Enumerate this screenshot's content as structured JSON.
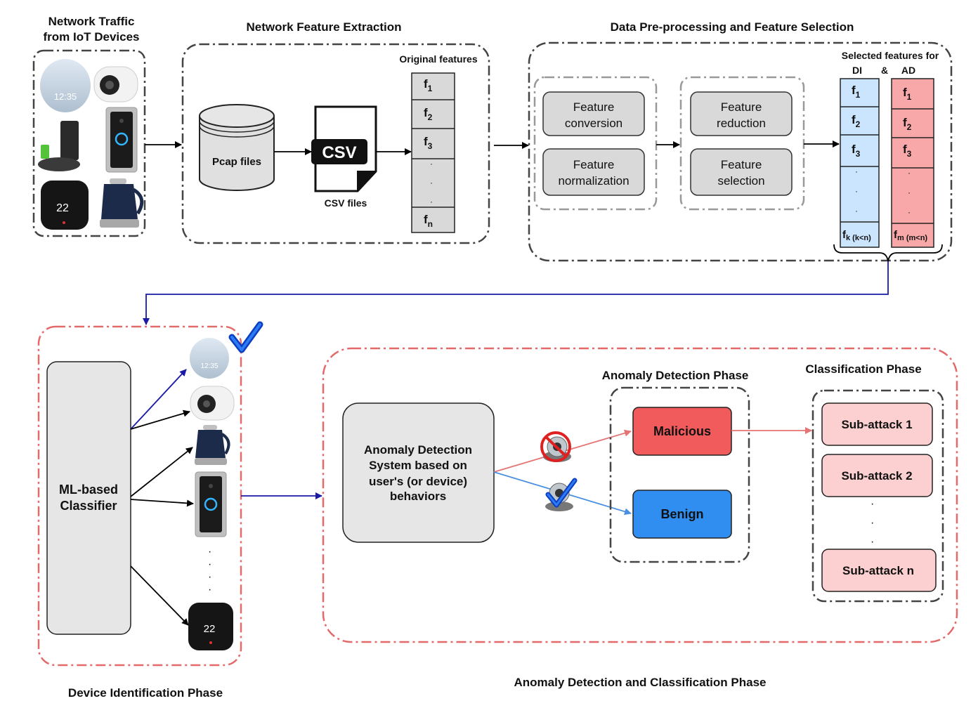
{
  "colors": {
    "gray_box": "#d9d9d9",
    "light_box": "#e6e6e6",
    "di_column": "#cce5ff",
    "ad_column": "#f8a8a8",
    "malicious": "#f15b5b",
    "benign": "#2f8ef0",
    "subattack": "#fcd0d0",
    "red_border": "#e46a6a",
    "blue_arrow": "#1a1aa6",
    "red_arrow": "#e57373",
    "light_blue_arrow": "#4a90e2"
  },
  "sections": {
    "iot_title_line1": "Network Traffic",
    "iot_title_line2": "from IoT Devices",
    "extraction_title": "Network Feature Extraction",
    "preprocessing_title": "Data Pre-processing and  Feature Selection",
    "device_id_title": "Device Identification Phase",
    "anomaly_class_title": "Anomaly Detection and Classification Phase",
    "anomaly_phase_title": "Anomaly Detection Phase",
    "classification_phase_title": "Classification Phase"
  },
  "devices": [
    {
      "icon": "smart-clock-icon",
      "time": "12:35"
    },
    {
      "icon": "security-camera-icon"
    },
    {
      "icon": "robot-vacuum-icon"
    },
    {
      "icon": "video-doorbell-icon"
    },
    {
      "icon": "smart-thermostat-icon",
      "temp": "22"
    },
    {
      "icon": "smart-kettle-icon"
    }
  ],
  "extraction": {
    "pcap_label": "Pcap files",
    "csv_icon_text": "CSV",
    "csv_label": "CSV files",
    "original_features_label": "Original features",
    "features": [
      {
        "base": "f",
        "sub": "1"
      },
      {
        "base": "f",
        "sub": "2"
      },
      {
        "base": "f",
        "sub": "3"
      },
      {
        "base": "f",
        "sub": "n"
      }
    ],
    "dots": [
      "·",
      "·",
      "·"
    ]
  },
  "preprocessing": {
    "feature_conversion_line1": "Feature",
    "feature_conversion_line2": "conversion",
    "feature_normalization_line1": "Feature",
    "feature_normalization_line2": "normalization",
    "feature_reduction_line1": "Feature",
    "feature_reduction_line2": "reduction",
    "feature_selection_line1": "Feature",
    "feature_selection_line2": "selection"
  },
  "selected": {
    "title": "Selected features for",
    "di_label": "DI",
    "amp": "&",
    "ad_label": "AD",
    "di_features": [
      {
        "base": "f",
        "sub": "1"
      },
      {
        "base": "f",
        "sub": "2"
      },
      {
        "base": "f",
        "sub": "3"
      }
    ],
    "di_last": {
      "base": "f",
      "sub": "k (k<n)"
    },
    "ad_features": [
      {
        "base": "f",
        "sub": "1"
      },
      {
        "base": "f",
        "sub": "2"
      },
      {
        "base": "f",
        "sub": "3"
      }
    ],
    "ad_last": {
      "base": "f",
      "sub": "m (m<n)"
    },
    "dots": [
      "·",
      "·",
      "·"
    ]
  },
  "device_identification": {
    "classifier_line1": "ML-based",
    "classifier_line2": "Classifier",
    "identified_icon": "checkmark-icon",
    "vertical_dots": [
      "·",
      "·",
      "·",
      "·"
    ]
  },
  "anomaly": {
    "system_line1": "Anomaly Detection",
    "system_line2": "System based on",
    "system_line3": "user's (or device)",
    "system_line4": "behaviors",
    "malicious_label": "Malicious",
    "benign_label": "Benign",
    "subattacks": [
      "Sub-attack 1",
      "Sub-attack 2",
      "Sub-attack n"
    ],
    "vertical_dots": [
      "·",
      "·",
      "·"
    ]
  }
}
